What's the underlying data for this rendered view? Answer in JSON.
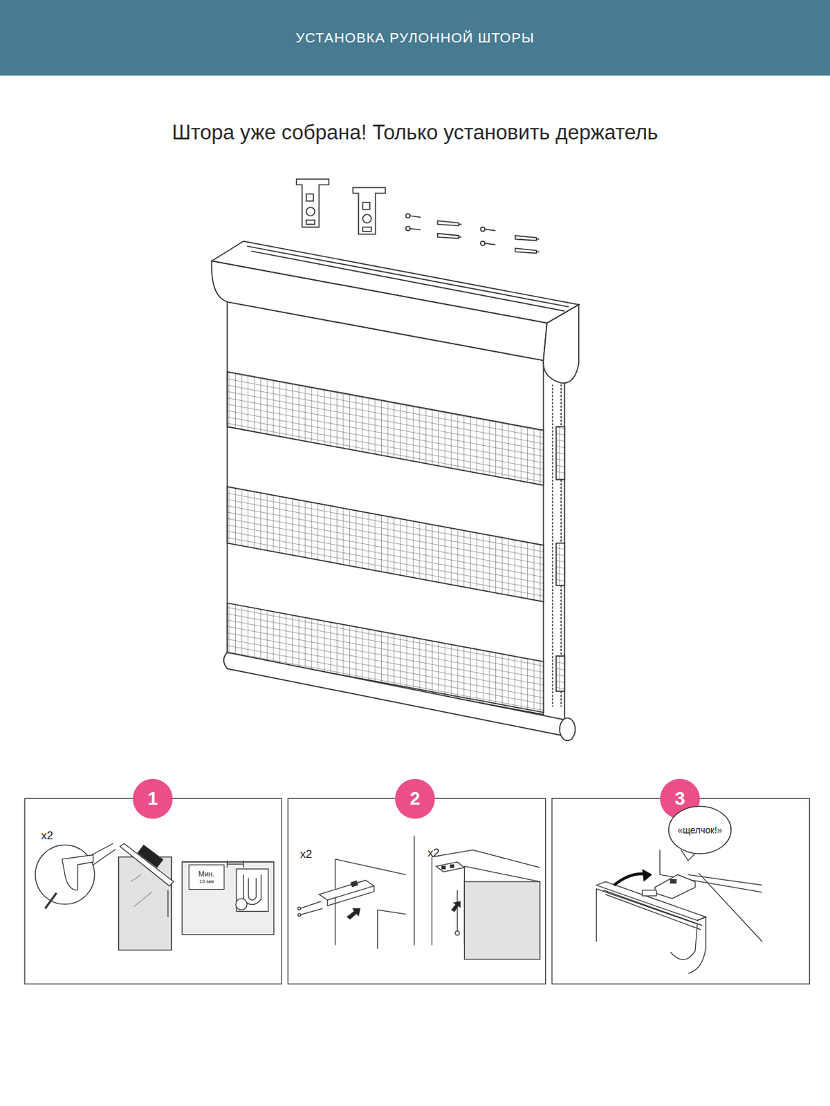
{
  "diagram": {
    "title": "Штора уже собрана! Только установить держатель",
    "nodes": [
      {
        "text": [
          "УСТАНОВКА РУЛОННОЙ ШТОРЫ"
        ]
      },
      {
        "text": [
          "1"
        ]
      },
      {
        "text": [
          "2"
        ]
      },
      {
        "text": [
          "3"
        ]
      },
      {
        "text": [
          "«щелчок!»"
        ]
      },
      {
        "text": [
          "Мин.",
          "10 мм"
        ]
      }
    ],
    "labels": [
      "x2",
      "x2",
      "x2"
    ]
  }
}
